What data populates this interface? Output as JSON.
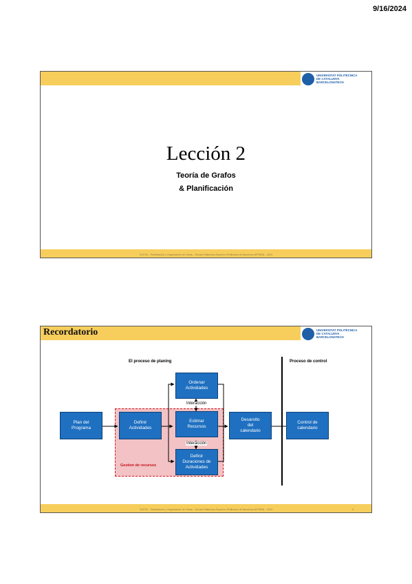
{
  "page": {
    "date": "9/16/2024"
  },
  "logo": {
    "line1": "UNIVERSITAT POLITÈCNICA",
    "line2": "DE CATALUNYA",
    "line3": "BARCELONATECH",
    "mark": "UPC"
  },
  "slide1": {
    "title": "Lección 2",
    "subtitle1": "Teoría de Grafos",
    "subtitle2": "& Planificación",
    "footer": "310732 – Planificación y Organización de Obras – Escola Politècnica Superior d'Edificació de Barcelona (EPSEB) – 2024"
  },
  "slide2": {
    "title": "Recordatorio",
    "label_planning": "El proceso de planing",
    "label_control": "Proceso de control",
    "boxes": {
      "plan": "Plan del\nPrograma",
      "definir_act": "Definir\nActividades",
      "ordenar": "Ordenar\nActividades",
      "estimar": "Estimar\nRecursos",
      "definir_dur": "Definir\nDuraciones de\nActividades",
      "desarrollo": "Desarollo\ndel\ncalendario",
      "control": "Control de\ncalendario"
    },
    "interaccion_1": "Interacción",
    "interaccion_2": "Interacción",
    "gestion": "Gestion de recursos",
    "footer": "310732 – Planificación y Organización de Obras – Escola Politècnica Superior d'Edificació de Barcelona (EPSEB) – 2024",
    "slide_number": "2"
  },
  "colors": {
    "accent_bar": "#f7ce5c",
    "box_blue": "#1f70c1",
    "management_fill": "#f2c2c5",
    "management_border": "#d0161d"
  }
}
